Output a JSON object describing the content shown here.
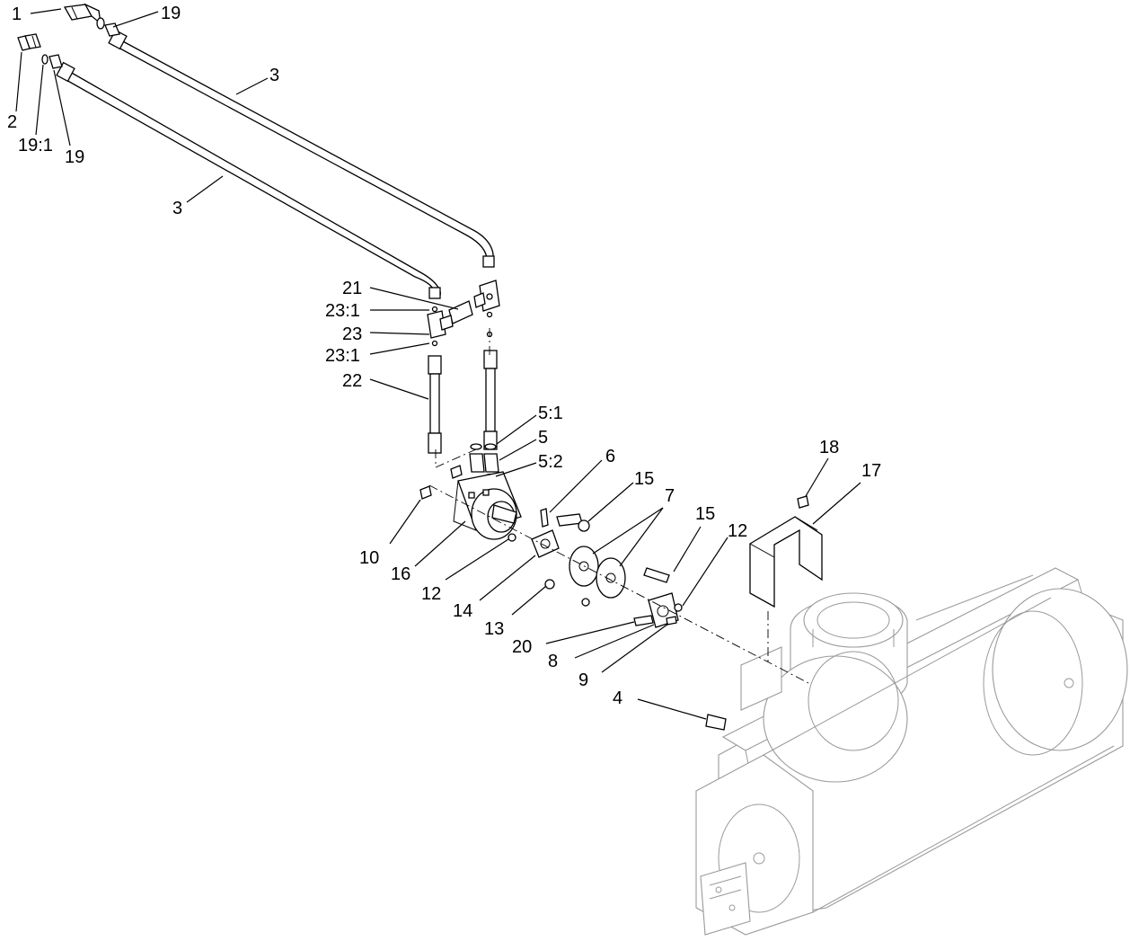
{
  "callouts": {
    "c1": "1",
    "c19_top": "19",
    "c3_upper": "3",
    "c2": "2",
    "c19_1_left": "19:1",
    "c19_left": "19",
    "c3_lower": "3",
    "c21": "21",
    "c23_1_upper": "23:1",
    "c23": "23",
    "c23_1_lower": "23:1",
    "c22": "22",
    "c5_1": "5:1",
    "c5": "5",
    "c5_2": "5:2",
    "c6": "6",
    "c15_upper": "15",
    "c7": "7",
    "c15_lower": "15",
    "c12_right": "12",
    "c18": "18",
    "c17": "17",
    "c10": "10",
    "c16": "16",
    "c12_left": "12",
    "c14": "14",
    "c13": "13",
    "c20": "20",
    "c8": "8",
    "c9": "9",
    "c4": "4"
  }
}
